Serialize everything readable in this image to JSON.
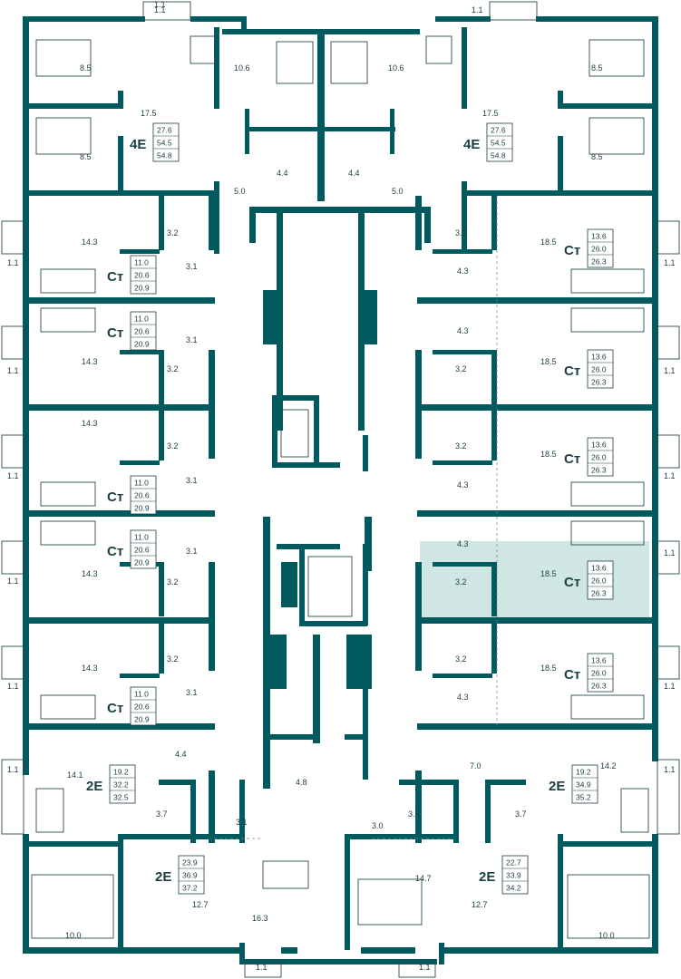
{
  "colors": {
    "wall": "#005a5e",
    "highlight": "#cfe6e3",
    "text": "#1b3f41"
  },
  "apartments": [
    {
      "id": "4e-left",
      "type": "4E",
      "areas": [
        "27.6",
        "54.5",
        "54.8"
      ]
    },
    {
      "id": "4e-right",
      "type": "4E",
      "areas": [
        "27.6",
        "54.5",
        "54.8"
      ]
    },
    {
      "id": "ct-left-1",
      "type": "Ст",
      "areas": [
        "11.0",
        "20.6",
        "20.9"
      ]
    },
    {
      "id": "ct-left-2",
      "type": "Ст",
      "areas": [
        "11.0",
        "20.6",
        "20.9"
      ]
    },
    {
      "id": "ct-left-3",
      "type": "Ст",
      "areas": [
        "11.0",
        "20.6",
        "20.9"
      ]
    },
    {
      "id": "ct-left-4",
      "type": "Ст",
      "areas": [
        "11.0",
        "20.6",
        "20.9"
      ]
    },
    {
      "id": "ct-left-5",
      "type": "Ст",
      "areas": [
        "11.0",
        "20.6",
        "20.9"
      ]
    },
    {
      "id": "ct-right-1",
      "type": "Ст",
      "areas": [
        "13.6",
        "26.0",
        "26.3"
      ]
    },
    {
      "id": "ct-right-2",
      "type": "Ст",
      "areas": [
        "13.6",
        "26.0",
        "26.3"
      ]
    },
    {
      "id": "ct-right-3",
      "type": "Ст",
      "areas": [
        "13.6",
        "26.0",
        "26.3"
      ]
    },
    {
      "id": "ct-right-4",
      "type": "Ст",
      "areas": [
        "13.6",
        "26.0",
        "26.3"
      ],
      "highlighted": true
    },
    {
      "id": "ct-right-5",
      "type": "Ст",
      "areas": [
        "13.6",
        "26.0",
        "26.3"
      ]
    },
    {
      "id": "2e-left-a",
      "type": "2E",
      "areas": [
        "19.2",
        "32.2",
        "32.5"
      ]
    },
    {
      "id": "2e-left-b",
      "type": "2E",
      "areas": [
        "23.9",
        "36.9",
        "37.2"
      ]
    },
    {
      "id": "2e-right-a",
      "type": "2E",
      "areas": [
        "19.2",
        "34.9",
        "35.2"
      ]
    },
    {
      "id": "2e-right-b",
      "type": "2E",
      "areas": [
        "22.7",
        "33.9",
        "34.2"
      ]
    }
  ],
  "room_labels": [
    "1.1",
    "1.1",
    "8.5",
    "8.5",
    "10.6",
    "10.6",
    "17.5",
    "17.5",
    "8.5",
    "8.5",
    "4.4",
    "4.4",
    "5.0",
    "5.0",
    "14.3",
    "3.2",
    "3.1",
    "1.1",
    "1.1",
    "18.5",
    "3.2",
    "4.3",
    "14.3",
    "3.2",
    "3.1",
    "1.1",
    "18.5",
    "3.2",
    "4.3",
    "1.1",
    "14.3",
    "3.2",
    "3.1",
    "1.1",
    "18.5",
    "3.2",
    "4.3",
    "1.1",
    "14.3",
    "3.2",
    "3.1",
    "1.1",
    "18.5",
    "3.2",
    "4.3",
    "1.1",
    "14.3",
    "3.2",
    "3.1",
    "1.1",
    "18.5",
    "3.2",
    "4.3",
    "1.1",
    "4.4",
    "7.0",
    "14.1",
    "1.1",
    "14.2",
    "1.1",
    "4.8",
    "3.7",
    "3.7",
    "3.1",
    "3.5",
    "3.0",
    "14.7",
    "12.7",
    "12.7",
    "16.3",
    "10.0",
    "10.0",
    "1.1",
    "1.1",
    "1.1"
  ]
}
